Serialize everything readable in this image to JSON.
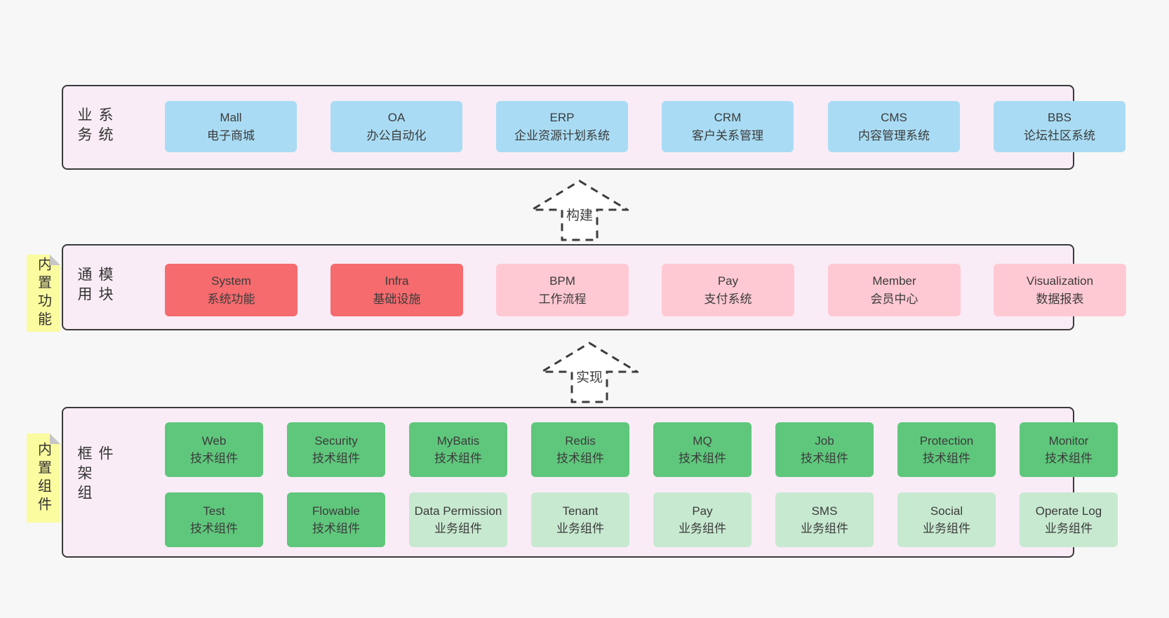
{
  "colors": {
    "page_background": "#f7f7f7",
    "band_background": "#f9ecf6",
    "band_border": "#3a3a3a",
    "blue_box": "#a9dcf4",
    "red_box": "#f56b6e",
    "pink_box": "#ffc9d3",
    "green_dark_box": "#5fc77c",
    "green_light_box": "#c7e9d0",
    "sticky_note": "#fbfb9f",
    "text": "#3b3b3b"
  },
  "arrows": [
    {
      "label": "构建"
    },
    {
      "label": "实现"
    }
  ],
  "bands": {
    "b1": {
      "label": "业务系统",
      "boxes": [
        {
          "en": "Mall",
          "zh": "电子商城",
          "type": "blue"
        },
        {
          "en": "OA",
          "zh": "办公自动化",
          "type": "blue"
        },
        {
          "en": "ERP",
          "zh": "企业资源计划系统",
          "type": "blue"
        },
        {
          "en": "CRM",
          "zh": "客户关系管理",
          "type": "blue"
        },
        {
          "en": "CMS",
          "zh": "内容管理系统",
          "type": "blue"
        },
        {
          "en": "BBS",
          "zh": "论坛社区系统",
          "type": "blue"
        }
      ]
    },
    "b2": {
      "label": "通用模块",
      "sticky": "内置功能",
      "boxes": [
        {
          "en": "System",
          "zh": "系统功能",
          "type": "red"
        },
        {
          "en": "Infra",
          "zh": "基础设施",
          "type": "red"
        },
        {
          "en": "BPM",
          "zh": "工作流程",
          "type": "pink"
        },
        {
          "en": "Pay",
          "zh": "支付系统",
          "type": "pink"
        },
        {
          "en": "Member",
          "zh": "会员中心",
          "type": "pink"
        },
        {
          "en": "Visualization",
          "zh": "数据报表",
          "type": "pink"
        }
      ]
    },
    "b3": {
      "label": "框架组件",
      "sticky": "内置组件",
      "rows": [
        [
          {
            "en": "Web",
            "zh": "技术组件",
            "type": "green-dark"
          },
          {
            "en": "Security",
            "zh": "技术组件",
            "type": "green-dark"
          },
          {
            "en": "MyBatis",
            "zh": "技术组件",
            "type": "green-dark"
          },
          {
            "en": "Redis",
            "zh": "技术组件",
            "type": "green-dark"
          },
          {
            "en": "MQ",
            "zh": "技术组件",
            "type": "green-dark"
          },
          {
            "en": "Job",
            "zh": "技术组件",
            "type": "green-dark"
          },
          {
            "en": "Protection",
            "zh": "技术组件",
            "type": "green-dark"
          },
          {
            "en": "Monitor",
            "zh": "技术组件",
            "type": "green-dark"
          }
        ],
        [
          {
            "en": "Test",
            "zh": "技术组件",
            "type": "green-dark"
          },
          {
            "en": "Flowable",
            "zh": "技术组件",
            "type": "green-dark"
          },
          {
            "en": "Data Permission",
            "zh": "业务组件",
            "type": "green-light"
          },
          {
            "en": "Tenant",
            "zh": "业务组件",
            "type": "green-light"
          },
          {
            "en": "Pay",
            "zh": "业务组件",
            "type": "green-light"
          },
          {
            "en": "SMS",
            "zh": "业务组件",
            "type": "green-light"
          },
          {
            "en": "Social",
            "zh": "业务组件",
            "type": "green-light"
          },
          {
            "en": "Operate Log",
            "zh": "业务组件",
            "type": "green-light"
          }
        ]
      ]
    }
  }
}
